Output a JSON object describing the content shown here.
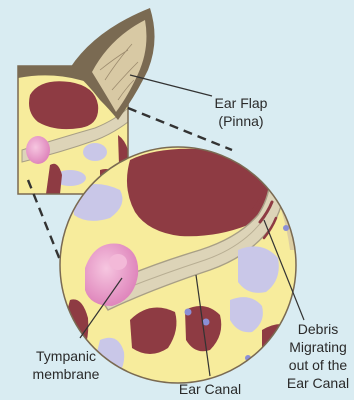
{
  "labels": {
    "ear_flap_line1": "Ear Flap",
    "ear_flap_line2": "(Pinna)",
    "tympanic_line1": "Tympanic",
    "tympanic_line2": "membrane",
    "ear_canal": "Ear Canal",
    "debris_line1": "Debris",
    "debris_line2": "Migrating",
    "debris_line3": "out of the",
    "debris_line4": "Ear Canal"
  },
  "colors": {
    "background": "#d9ecf2",
    "fur": "#7a6a52",
    "inner_ear": "#d8c9a4",
    "tissue": "#f7ec9c",
    "muscle": "#8e3b43",
    "canal": "#ddd4b8",
    "membrane": "#e38cc0",
    "bone": "#c9c7e8"
  }
}
